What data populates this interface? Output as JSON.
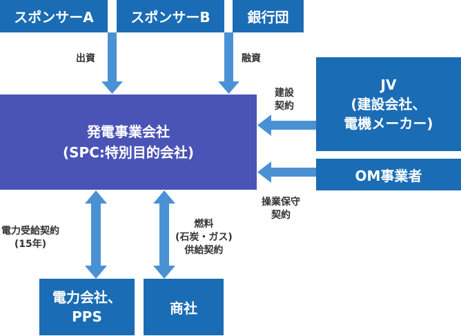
{
  "colors": {
    "box_blue": "#1a6cb5",
    "center_box": "#4a54b6",
    "arrow": "#4a91d4",
    "label_text": "#333333"
  },
  "sponsors": {
    "a": "スポンサーA",
    "b": "スポンサーB",
    "bank": "銀行団"
  },
  "labels": {
    "investment": "出資",
    "financing": "融資",
    "construction": [
      "建設",
      "契約"
    ],
    "om_contract": [
      "操業保守",
      "契約"
    ],
    "power_contract": [
      "電力受給契約",
      "(15年)"
    ],
    "fuel_contract": [
      "燃料",
      "(石炭・ガス)",
      "供給契約"
    ]
  },
  "spc": {
    "line1": "発電事業会社",
    "line2": "(SPC:特別目的会社)"
  },
  "jv": [
    "JV",
    "(建設会社、",
    "電機メーカー)"
  ],
  "om": "OM事業者",
  "utility": [
    "電力会社、",
    "PPS"
  ],
  "trading": "商社"
}
